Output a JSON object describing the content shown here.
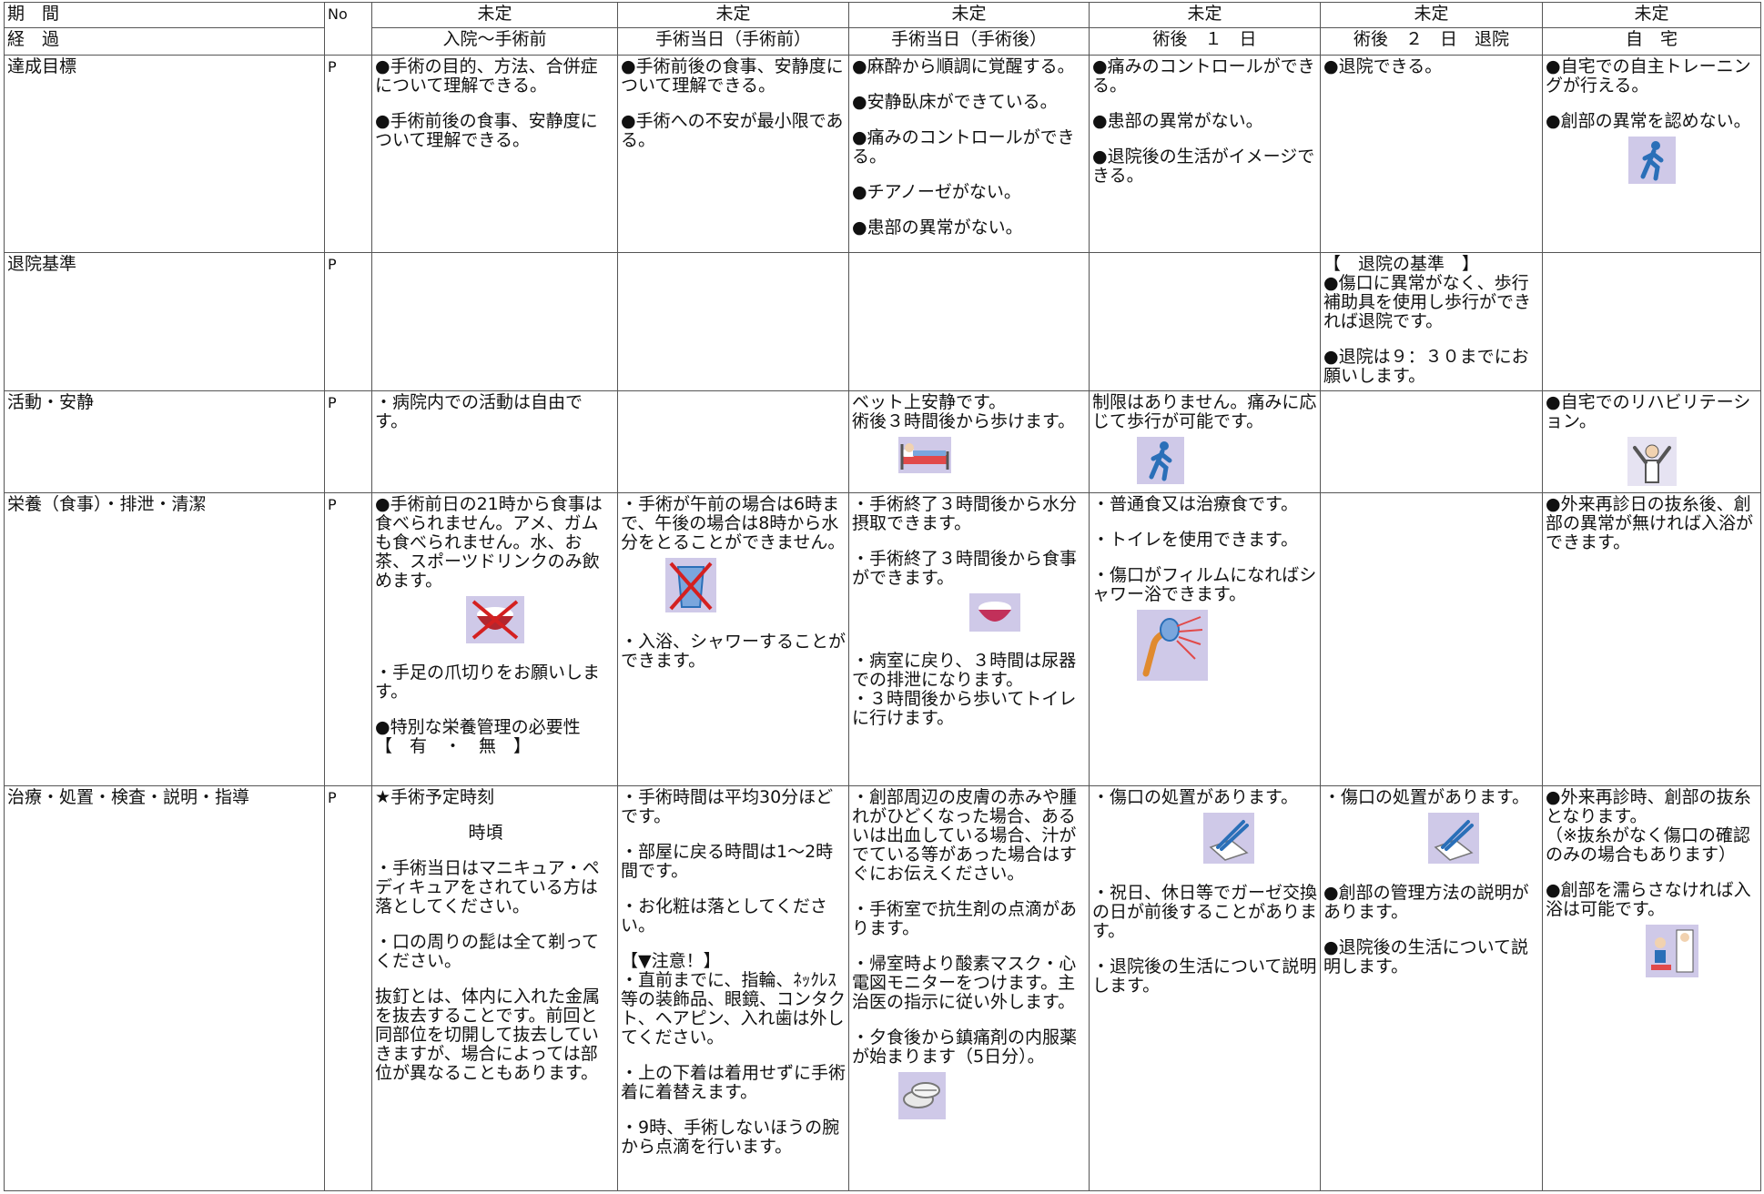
{
  "header": {
    "period_label": "期　間",
    "course_label": "経　過",
    "no_label": "No",
    "columns": [
      {
        "top": "未定",
        "bottom": "入院～手術前"
      },
      {
        "top": "未定",
        "bottom": "手術当日（手術前）"
      },
      {
        "top": "未定",
        "bottom": "手術当日（手術後）"
      },
      {
        "top": "未定",
        "bottom": "術後　１　日"
      },
      {
        "top": "未定",
        "bottom": "術後　２　日　退院"
      },
      {
        "top": "未定",
        "bottom": "自　宅"
      }
    ]
  },
  "rows": [
    {
      "label": "達成目標",
      "no": "P",
      "cells": [
        [
          "●手術の目的、方法、合併症について理解できる。",
          "●手術前後の食事、安静度について理解できる。"
        ],
        [
          "●手術前後の食事、安静度について理解できる。",
          "●手術への不安が最小限である。"
        ],
        [
          "●麻酔から順調に覚醒する。",
          "●安静臥床ができている。",
          "●痛みのコントロールができる。",
          "●チアノーゼがない。",
          "●患部の異常がない。"
        ],
        [
          "●痛みのコントロールができる。",
          "●患部の異常がない。",
          "●退院後の生活がイメージできる。"
        ],
        [
          "●退院できる。"
        ],
        [
          "●自宅での自主トレーニングが行える。",
          "●創部の異常を認めない。"
        ]
      ]
    },
    {
      "label": "退院基準",
      "no": "P",
      "cells": [
        [],
        [],
        [],
        [],
        [
          "【　退院の基準　】\n●傷口に異常がなく、歩行補助具を使用し歩行ができれば退院です。",
          "●退院は９：３０までにお願いします。"
        ],
        []
      ]
    },
    {
      "label": "活動・安静",
      "no": "P",
      "cells": [
        [
          "・病院内での活動は自由です。"
        ],
        [],
        [
          "ベット上安静です。\n術後３時間後から歩けます。"
        ],
        [
          "制限はありません。痛みに応じて歩行が可能です。"
        ],
        [],
        [
          "●自宅でのリハビリテーション。"
        ]
      ]
    },
    {
      "label": "栄養（食事）・排泄・清潔",
      "no": "P",
      "cells": [
        [
          "●手術前日の21時から食事は食べられません。アメ、ガムも食べられません。水、お茶、スポーツドリンクのみ飲めます。",
          "・手足の爪切りをお願いします。",
          "●特別な栄養管理の必要性\n【　有　・　無　】"
        ],
        [
          "・手術が午前の場合は6時まで、午後の場合は8時から水分をとることができません。",
          "・入浴、シャワーすることができます。"
        ],
        [
          "・手術終了３時間後から水分摂取できます。",
          "・手術終了３時間後から食事ができます。",
          "・病室に戻り、３時間は尿器での排泄になります。\n・３時間後から歩いてトイレに行けます。"
        ],
        [
          "・普通食又は治療食です。",
          "・トイレを使用できます。",
          "・傷口がフィルムになればシャワー浴できます。"
        ],
        [],
        [
          "●外来再診日の抜糸後、創部の異常が無ければ入浴ができます。"
        ]
      ]
    },
    {
      "label": "治療・処置・検査・説明・指導",
      "no": "P",
      "cells": [
        [
          "★手術予定時刻",
          "時頃",
          "・手術当日はマニキュア・ペディキュアをされている方は落としてください。",
          "・口の周りの髭は全て剃ってください。",
          "抜釘とは、体内に入れた金属を抜去することです。前回と同部位を切開して抜去していきますが、場合によっては部位が異なることもあります。"
        ],
        [
          "・手術時間は平均30分ほどです。",
          "・部屋に戻る時間は1～2時間です。",
          "・お化粧は落としてください。",
          "【▼注意！】\n・直前までに、指輪、ﾈｯｸﾚｽ等の装飾品、眼鏡、コンタクト、ヘアピン、入れ歯は外してください。",
          "・上の下着は着用せずに手術着に着替えます。",
          "・9時、手術しないほうの腕から点滴を行います。"
        ],
        [
          "・創部周辺の皮膚の赤みや腫れがひどくなった場合、あるいは出血している場合、汁がでている等があった場合はすぐにお伝えください。",
          "・手術室で抗生剤の点滴があります。",
          "・帰室時より酸素マスク・心電図モニターをつけます。主治医の指示に従い外します。",
          "・夕食後から鎮痛剤の内服薬が始まります（5日分）。"
        ],
        [
          "・傷口の処置があります。",
          "・祝日、休日等でガーゼ交換の日が前後することがあります。",
          "・退院後の生活について説明します。"
        ],
        [
          "・傷口の処置があります。",
          "●創部の管理方法の説明があります。",
          "●退院後の生活について説明します。"
        ],
        [
          "●外来再診時、創部の抜糸となります。\n（※抜糸がなく傷口の確認のみの場合もあります）",
          "●創部を濡らさなければ入浴は可能です。"
        ]
      ]
    }
  ],
  "icons": {
    "walking": "walking-person-icon",
    "bed": "bed-rest-icon",
    "no_food": "no-food-icon",
    "no_drink": "no-drink-icon",
    "meal": "meal-bowl-icon",
    "shower": "shower-icon",
    "dressing": "wound-dressing-icon",
    "pills": "medicine-tablets-icon",
    "rehab": "stretching-person-icon",
    "clinic": "outpatient-clinic-icon"
  },
  "colors": {
    "grid": "#555555",
    "icon_bg": "#cfc9e8",
    "icon_person": "#2a6fb8",
    "forbid": "#d42020"
  }
}
